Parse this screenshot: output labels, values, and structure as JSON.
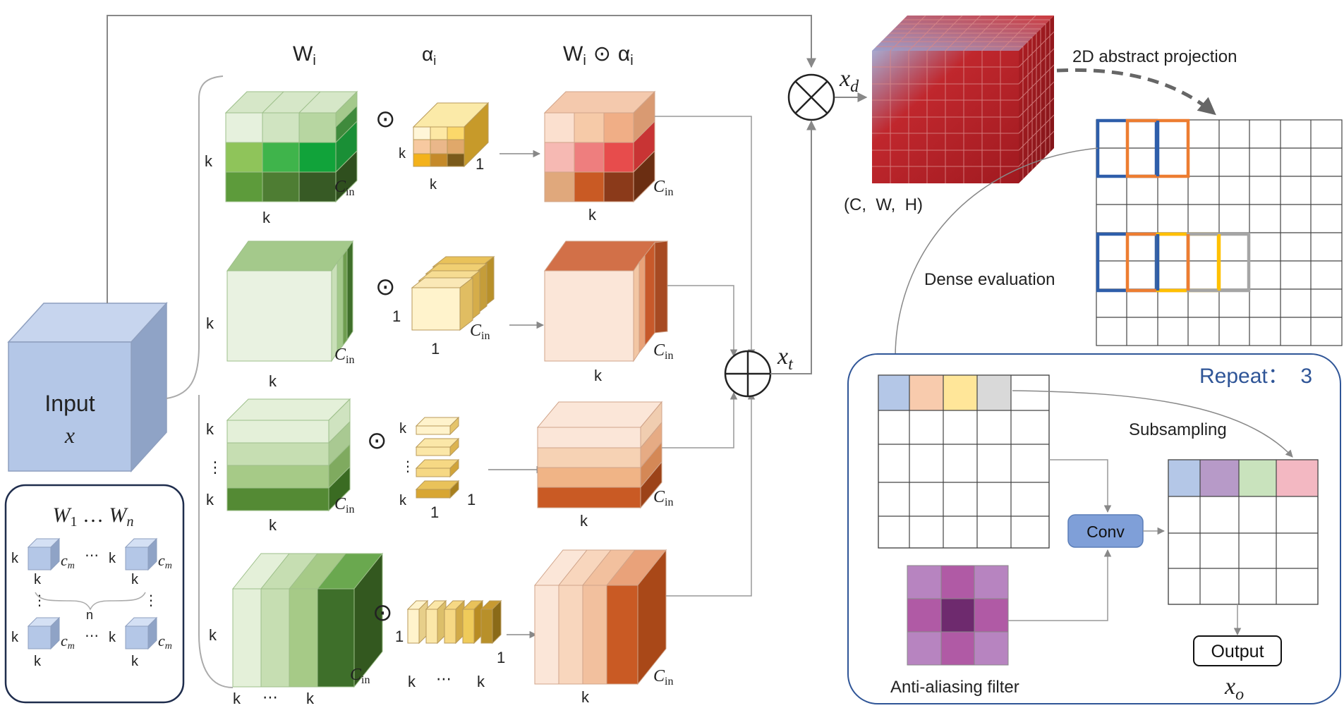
{
  "colors": {
    "green_dark": "#3e6f2a",
    "green_mid": "#6aa84f",
    "green_bright": "#1faa3c",
    "green_light": "#e4f0d9",
    "alpha_light": "#fff2c4",
    "alpha_dark": "#b8902a",
    "peach_light": "#fbe3d4",
    "orange_dark": "#c65a22",
    "input_blue": "#b4c7e7",
    "tensor_red": "#c0272d",
    "conv_blue": "#7f9fd8",
    "repeat_blue": "#2f5597"
  },
  "labels": {
    "W_i": "W",
    "W_i_sub": "i",
    "alpha_i": "α",
    "alpha_i_sub": "i",
    "W_odot_alpha_W": "W",
    "W_odot_alpha_sub": "i",
    "odot": "⊙",
    "W_odot_alpha_alpha": "α",
    "W_odot_alpha_sub2": "i",
    "k": "k",
    "one": "1",
    "dots_h": "⋯",
    "dots_v": "⋮",
    "cin_c": "C",
    "cin_sub": "in",
    "cm_c": "c",
    "cm_sub": "m",
    "n": "n"
  },
  "input_block": {
    "line1": "Input",
    "line2": "x"
  },
  "legend": {
    "W1": "W",
    "W1_sub": "1",
    "sep": " … ",
    "Wn": "W",
    "Wn_sub": "n"
  },
  "ops": {
    "multiply": "⊗",
    "add": "⊕"
  },
  "outputs": {
    "xd_main": "x",
    "xd_sub": "d",
    "xt_main": "x",
    "xt_sub": "t",
    "xo_main": "x",
    "xo_sub": "o"
  },
  "tensor": {
    "shape_label": "(C,  W,  H)"
  },
  "projection": {
    "label": "2D abstract projection"
  },
  "dense": {
    "label": "Dense evaluation"
  },
  "repeat": {
    "label": "Repeat：  3"
  },
  "subsampling": {
    "label": "Subsampling"
  },
  "conv": {
    "label": "Conv"
  },
  "filter": {
    "label": "Anti-aliasing filter"
  },
  "output_box": {
    "label": "Output"
  }
}
